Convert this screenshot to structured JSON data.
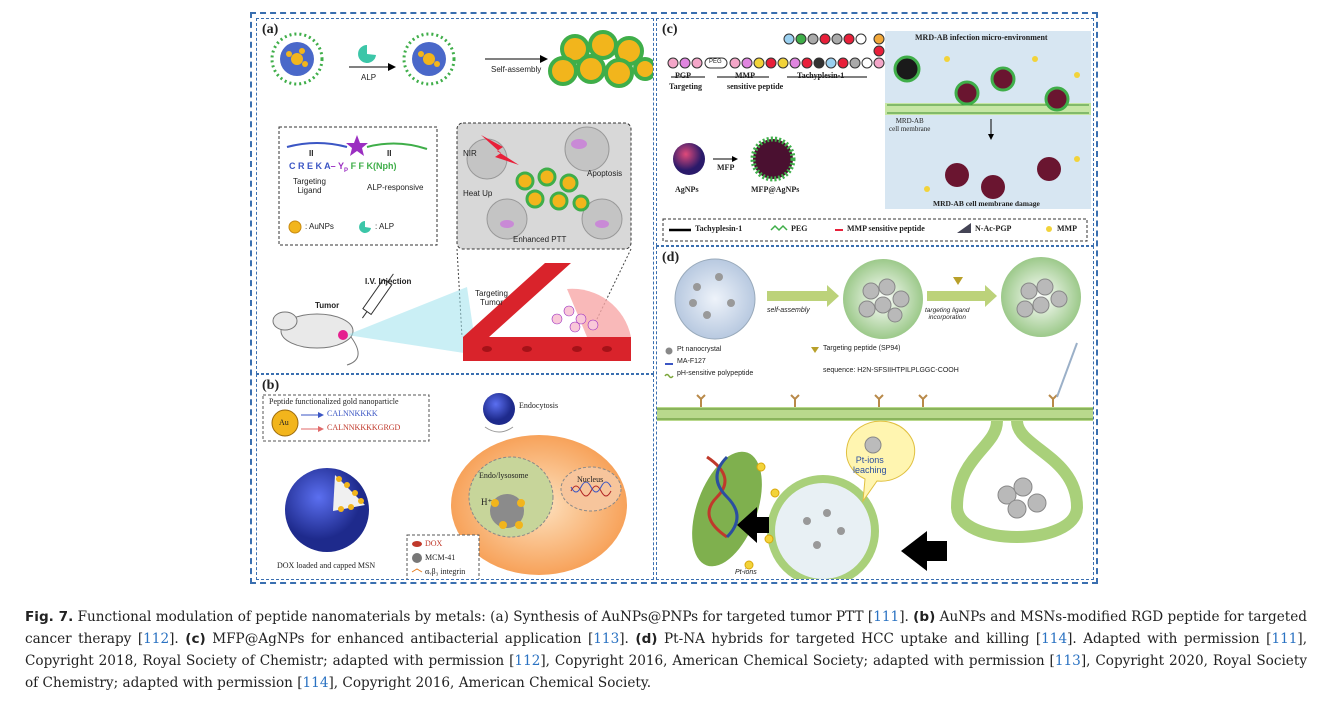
{
  "panel_a": {
    "label": "(a)",
    "alp": "ALP",
    "self_assembly": "Self-assembly",
    "pep1": "C R E K A",
    "pep_link": "– Y",
    "pep_sub": "P",
    "pep2": "F F K(Nph)",
    "bars": "II",
    "targeting_ligand": "Targeting\nLigand",
    "alp_responsive": "ALP-responsive",
    "legend_aunps": ": AuNPs",
    "legend_alp": ": ALP",
    "nir": "NIR",
    "heat_up": "Heat Up",
    "apoptosis": "Apoptosis",
    "enhanced_ptt": "Enhanced PTT",
    "iv_injection": "I.V. Injection",
    "tumor": "Tumor",
    "targeting_tumor": "Targeting\nTumor"
  },
  "panel_b": {
    "label": "(b)",
    "title": "Peptide functionalized gold nanoparticle",
    "seq1": "CALNNKKKK",
    "seq2": "CALNNKKKKGRGD",
    "au": "Au",
    "endocytosis": "Endocytosis",
    "endo_lysosome": "Endo/lysosome",
    "h_plus": "H⁺",
    "nucleus": "Nucleus",
    "dox_msn": "DOX loaded and capped MSN",
    "legend_dox": "DOX",
    "legend_mcm": "MCM-41",
    "legend_integrin": "αᵥβ₃ integrin"
  },
  "panel_c": {
    "label": "(c)",
    "pgp": "PGP",
    "mmp": "MMP",
    "sensitive_peptide": "sensitive peptide",
    "tachyplesin": "Tachyplesin-1",
    "targeting": "Targeting",
    "peg_box": "PEG",
    "micro_env": "MRD-AB infection micro-environment",
    "membrane": "MRD-AB\ncell membrane",
    "mfp": "MFP",
    "agnps": "AgNPs",
    "mfp_agnps": "MFP@AgNPs",
    "damage": "MRD-AB cell membrane damage",
    "legend_tachy": "Tachyplesin-1",
    "legend_peg": "PEG",
    "legend_mmp_pep": "MMP sensitive peptide",
    "legend_nac": "N-Ac-PGP",
    "legend_mmp": "MMP"
  },
  "panel_d": {
    "label": "(d)",
    "self_assembly": "self-assembly",
    "targeting_ligand": "targeting ligand\nincorporation",
    "pt_nano": "Pt nanocrystal",
    "ma_f127": "MA-F127",
    "ph_pep": "pH-sensitive polypeptide",
    "targeting_peptide": "Targeting peptide (SP94)",
    "sequence": "sequence: H2N-SFSIIHTPILPLGGC-COOH",
    "pt_leaching": "Pt-ions\nleaching",
    "pt_ions": "Pt-ions"
  },
  "caption": {
    "fig": "Fig. 7.",
    "s1": " Functional modulation of peptide nanomaterials by metals: (a) Synthesis of AuNPs@PNPs for targeted tumor PTT [",
    "r1": "111",
    "s2": "]. ",
    "b": "(b)",
    "s3": " AuNPs and MSNs-modified RGD peptide for targeted cancer therapy [",
    "r2": "112",
    "s4": "]. ",
    "c": "(c)",
    "s5": " MFP@AgNPs for enhanced antibacterial application [",
    "r3": "113",
    "s6": "]. ",
    "d": "(d)",
    "s7": " Pt-NA hybrids for targeted HCC uptake and killing [",
    "r4": "114",
    "s8": "]. Adapted with permission [",
    "r5": "111",
    "s9": "], Copyright 2018, Royal Society of Chemistr; adapted with permission [",
    "r6": "112",
    "s10": "], Copyright 2016, American Chemical Society; adapted with permission [",
    "r7": "113",
    "s11": "], Copyright 2020, Royal Society of Chemistry; adapted with permission [",
    "r8": "114",
    "s12": "], Copyright 2016, American Chemical Society."
  },
  "colors": {
    "border": "#3a6fb0",
    "cite": "#2a72c2",
    "tumor_red": "#d9232b",
    "gold": "#f2b51c",
    "green": "#3fae49"
  }
}
